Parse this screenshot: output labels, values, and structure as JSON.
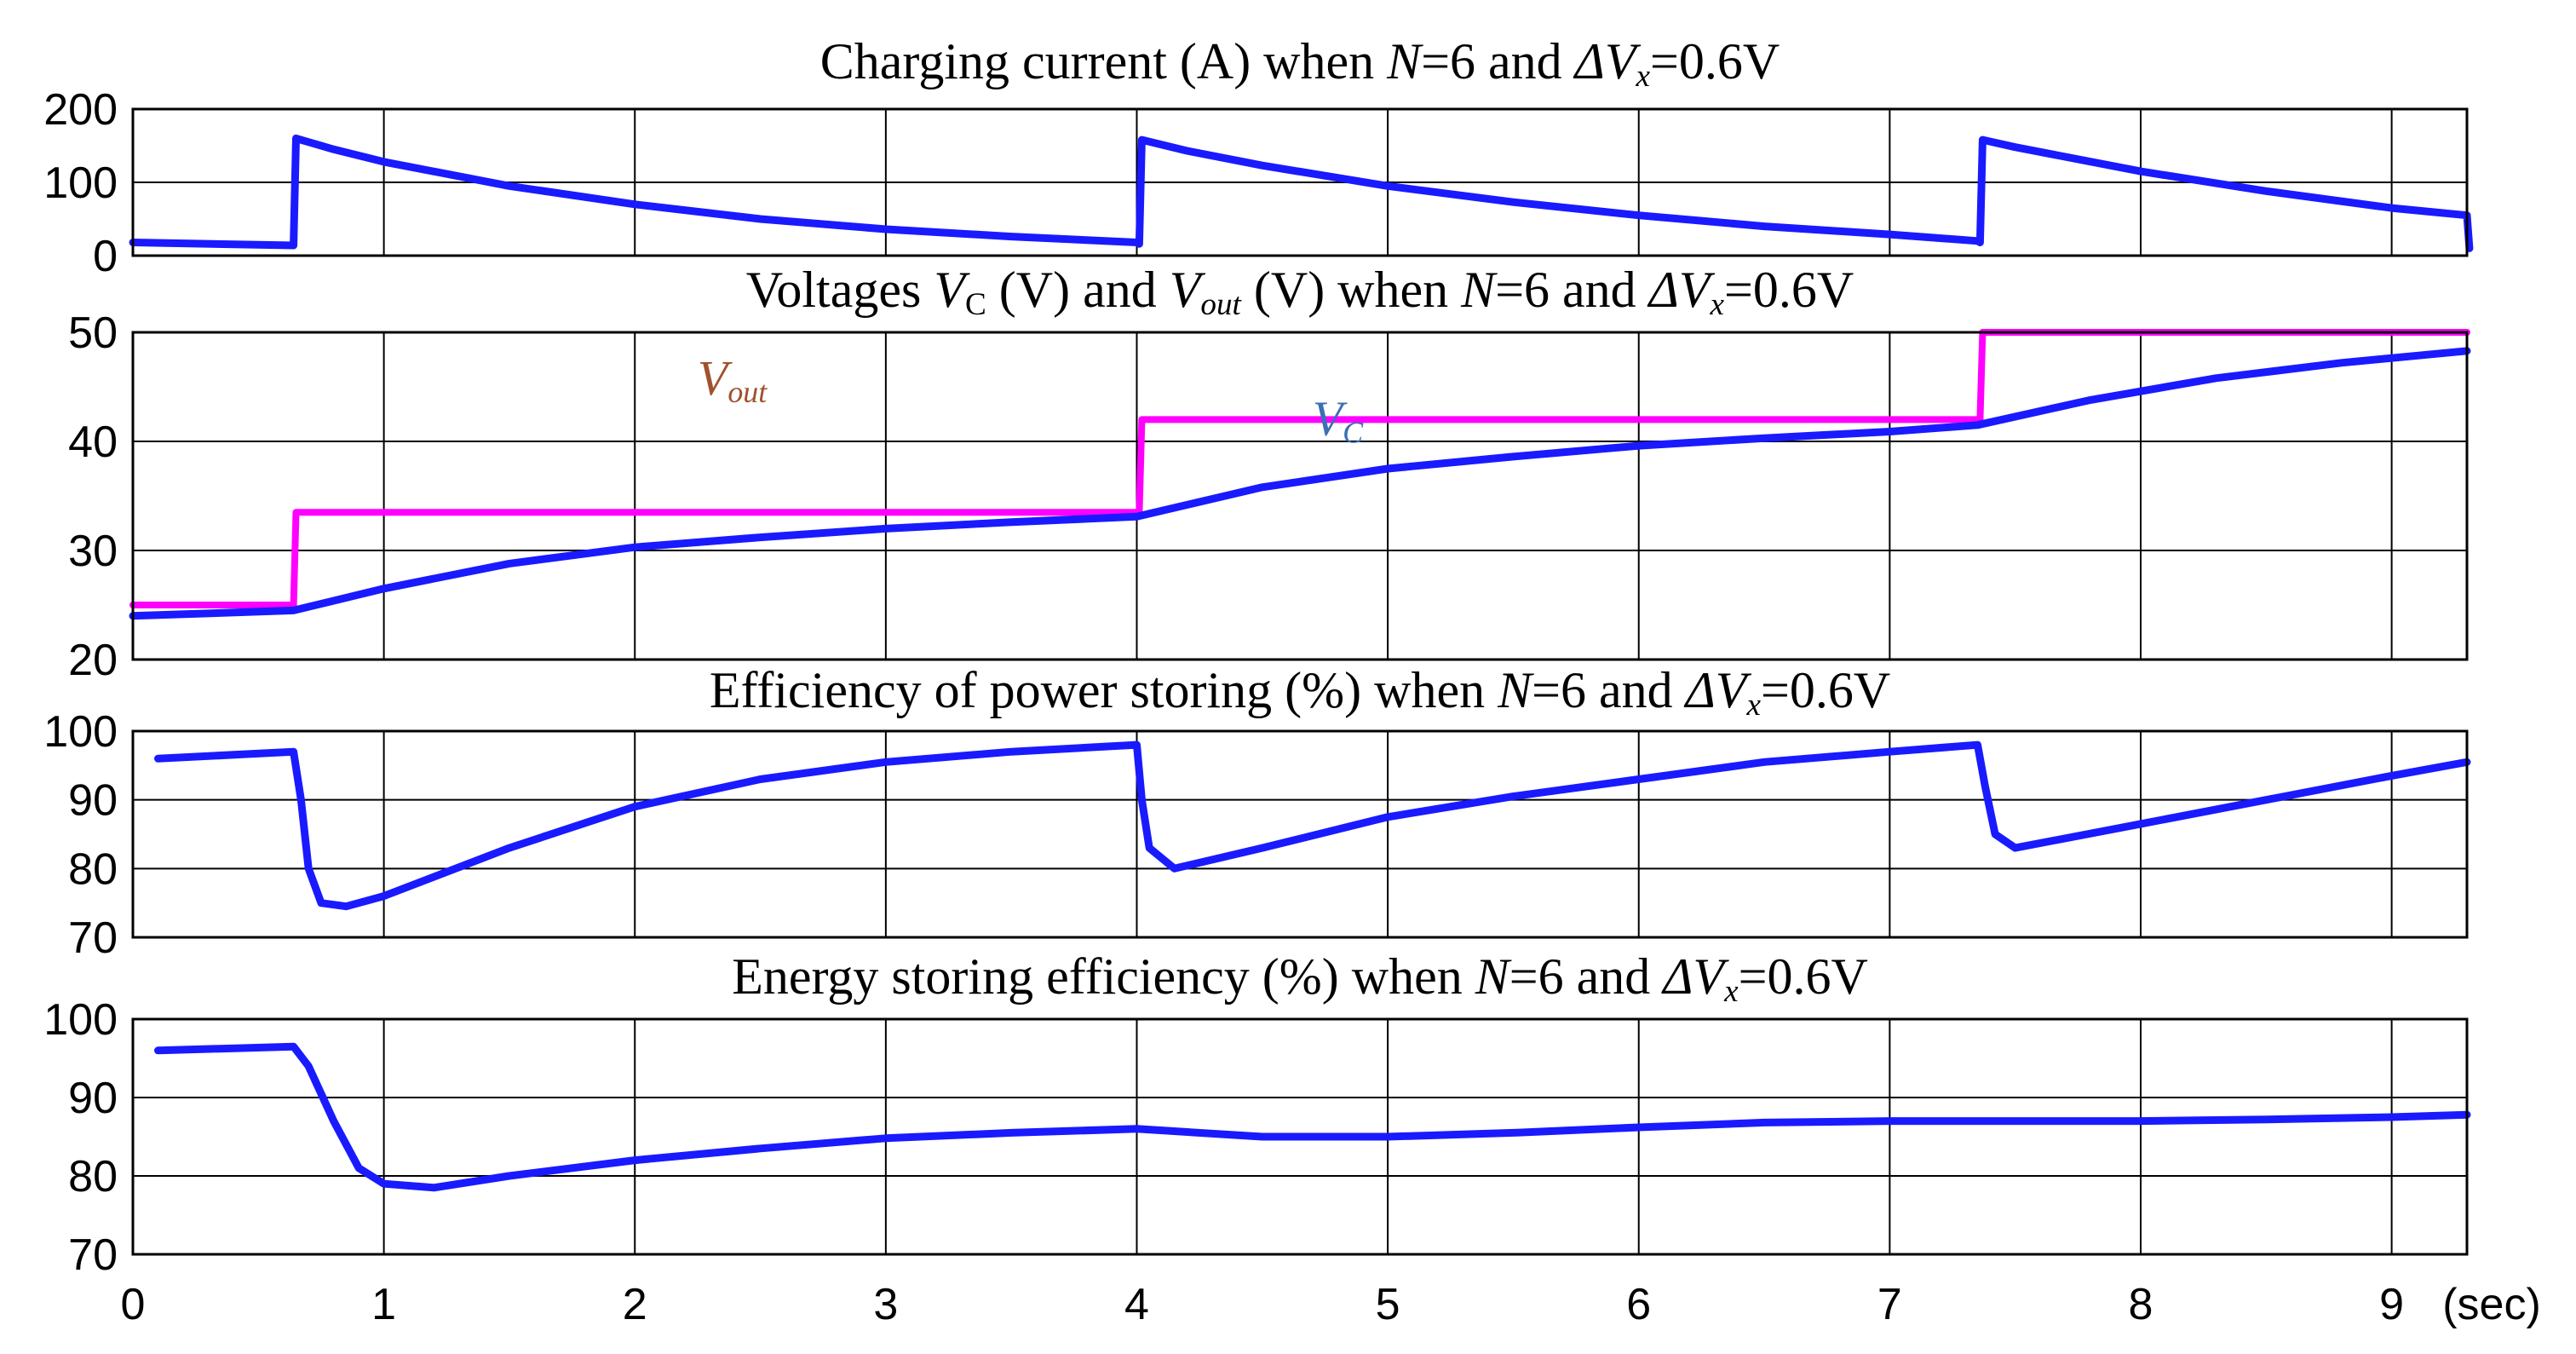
{
  "colors": {
    "blue": "#1a1aff",
    "magenta": "#ff00ff",
    "vout_label": "#a0522d",
    "vc_label": "#3b6fb6"
  },
  "xaxis": {
    "ticks": [
      0,
      1,
      2,
      3,
      4,
      5,
      6,
      7,
      8,
      9
    ],
    "unit": "(sec)"
  },
  "chart_data": [
    {
      "type": "line",
      "title_parts": [
        "Charging current (A) when ",
        "N",
        "=6 and ",
        "ΔV",
        "x",
        "=0.6V"
      ],
      "ylim": [
        0,
        200
      ],
      "yticks": [
        0,
        100,
        200
      ],
      "xlim": [
        0,
        9.3
      ],
      "series": [
        {
          "color": "blue",
          "points": [
            [
              0,
              18
            ],
            [
              0.64,
              14
            ],
            [
              0.65,
              160
            ],
            [
              0.8,
              145
            ],
            [
              1,
              128
            ],
            [
              1.5,
              95
            ],
            [
              2,
              70
            ],
            [
              2.5,
              50
            ],
            [
              3,
              36
            ],
            [
              3.5,
              26
            ],
            [
              4,
              18
            ],
            [
              4.01,
              16
            ],
            [
              4.02,
              158
            ],
            [
              4.2,
              143
            ],
            [
              4.5,
              123
            ],
            [
              5,
              95
            ],
            [
              5.5,
              73
            ],
            [
              6,
              55
            ],
            [
              6.5,
              40
            ],
            [
              7,
              29
            ],
            [
              7.35,
              20
            ],
            [
              7.36,
              18
            ],
            [
              7.37,
              158
            ],
            [
              7.5,
              148
            ],
            [
              8,
              115
            ],
            [
              8.5,
              88
            ],
            [
              9,
              65
            ],
            [
              9.3,
              55
            ],
            [
              9.31,
              10
            ]
          ]
        }
      ]
    },
    {
      "type": "line",
      "title_parts": [
        "Voltages ",
        "V",
        "C",
        " (V) and ",
        "V",
        "out",
        " (V) when ",
        "N",
        "=6 and ",
        "ΔV",
        "x",
        "=0.6V"
      ],
      "ylim": [
        20,
        50
      ],
      "yticks": [
        20,
        30,
        40,
        50
      ],
      "xlim": [
        0,
        9.3
      ],
      "annotations": [
        {
          "label_parts": [
            "V",
            "out"
          ],
          "x": 2.25,
          "y": 44.3,
          "color": "vout_label"
        },
        {
          "label_parts": [
            "V",
            "C"
          ],
          "x": 4.7,
          "y": 40.6,
          "color": "vc_label"
        }
      ],
      "series": [
        {
          "name": "Vout",
          "color": "magenta",
          "points": [
            [
              0,
              25
            ],
            [
              0.64,
              25
            ],
            [
              0.65,
              33.5
            ],
            [
              4.01,
              33.5
            ],
            [
              4.02,
              42
            ],
            [
              7.36,
              42
            ],
            [
              7.37,
              50
            ],
            [
              9.3,
              50
            ]
          ]
        },
        {
          "name": "VC",
          "color": "blue",
          "points": [
            [
              0,
              24
            ],
            [
              0.64,
              24.5
            ],
            [
              1,
              26.5
            ],
            [
              1.5,
              28.8
            ],
            [
              2,
              30.3
            ],
            [
              2.5,
              31.2
            ],
            [
              3,
              32
            ],
            [
              3.5,
              32.6
            ],
            [
              4,
              33.1
            ],
            [
              4.5,
              35.8
            ],
            [
              5,
              37.5
            ],
            [
              5.5,
              38.6
            ],
            [
              6,
              39.6
            ],
            [
              6.5,
              40.3
            ],
            [
              7,
              40.9
            ],
            [
              7.35,
              41.5
            ],
            [
              7.8,
              43.8
            ],
            [
              8.3,
              45.8
            ],
            [
              8.8,
              47.2
            ],
            [
              9.3,
              48.3
            ]
          ]
        }
      ]
    },
    {
      "type": "line",
      "title_parts": [
        "Efficiency of power storing (%) when ",
        "N",
        "=6 and ",
        "ΔV",
        "x",
        "=0.6V"
      ],
      "ylim": [
        70,
        100
      ],
      "yticks": [
        70,
        80,
        90,
        100
      ],
      "xlim": [
        0,
        9.3
      ],
      "series": [
        {
          "color": "blue",
          "points": [
            [
              0.1,
              96
            ],
            [
              0.64,
              97
            ],
            [
              0.67,
              90
            ],
            [
              0.7,
              80
            ],
            [
              0.75,
              75
            ],
            [
              0.85,
              74.5
            ],
            [
              1,
              76
            ],
            [
              1.5,
              83
            ],
            [
              2,
              89
            ],
            [
              2.5,
              93
            ],
            [
              3,
              95.5
            ],
            [
              3.5,
              97
            ],
            [
              4,
              98
            ],
            [
              4.02,
              90
            ],
            [
              4.05,
              83
            ],
            [
              4.15,
              80
            ],
            [
              4.5,
              83
            ],
            [
              5,
              87.5
            ],
            [
              5.5,
              90.5
            ],
            [
              6,
              93
            ],
            [
              6.5,
              95.5
            ],
            [
              7,
              97
            ],
            [
              7.35,
              98
            ],
            [
              7.38,
              92
            ],
            [
              7.42,
              85
            ],
            [
              7.5,
              83
            ],
            [
              8,
              86.5
            ],
            [
              8.5,
              90
            ],
            [
              9,
              93.5
            ],
            [
              9.3,
              95.5
            ]
          ]
        }
      ]
    },
    {
      "type": "line",
      "title_parts": [
        "Energy storing efficiency (%) when ",
        "N",
        "=6 and ",
        "ΔV",
        "x",
        "=0.6V"
      ],
      "ylim": [
        70,
        100
      ],
      "yticks": [
        70,
        80,
        90,
        100
      ],
      "xlim": [
        0,
        9.3
      ],
      "series": [
        {
          "color": "blue",
          "points": [
            [
              0.1,
              96
            ],
            [
              0.64,
              96.5
            ],
            [
              0.7,
              94
            ],
            [
              0.8,
              87
            ],
            [
              0.9,
              81
            ],
            [
              1,
              79
            ],
            [
              1.2,
              78.5
            ],
            [
              1.5,
              80
            ],
            [
              2,
              82
            ],
            [
              2.5,
              83.5
            ],
            [
              3,
              84.8
            ],
            [
              3.5,
              85.5
            ],
            [
              4,
              86
            ],
            [
              4.5,
              85
            ],
            [
              5,
              85
            ],
            [
              5.5,
              85.5
            ],
            [
              6,
              86.2
            ],
            [
              6.5,
              86.8
            ],
            [
              7,
              87
            ],
            [
              7.5,
              87
            ],
            [
              8,
              87
            ],
            [
              8.5,
              87.2
            ],
            [
              9,
              87.5
            ],
            [
              9.3,
              87.8
            ]
          ]
        }
      ]
    }
  ]
}
